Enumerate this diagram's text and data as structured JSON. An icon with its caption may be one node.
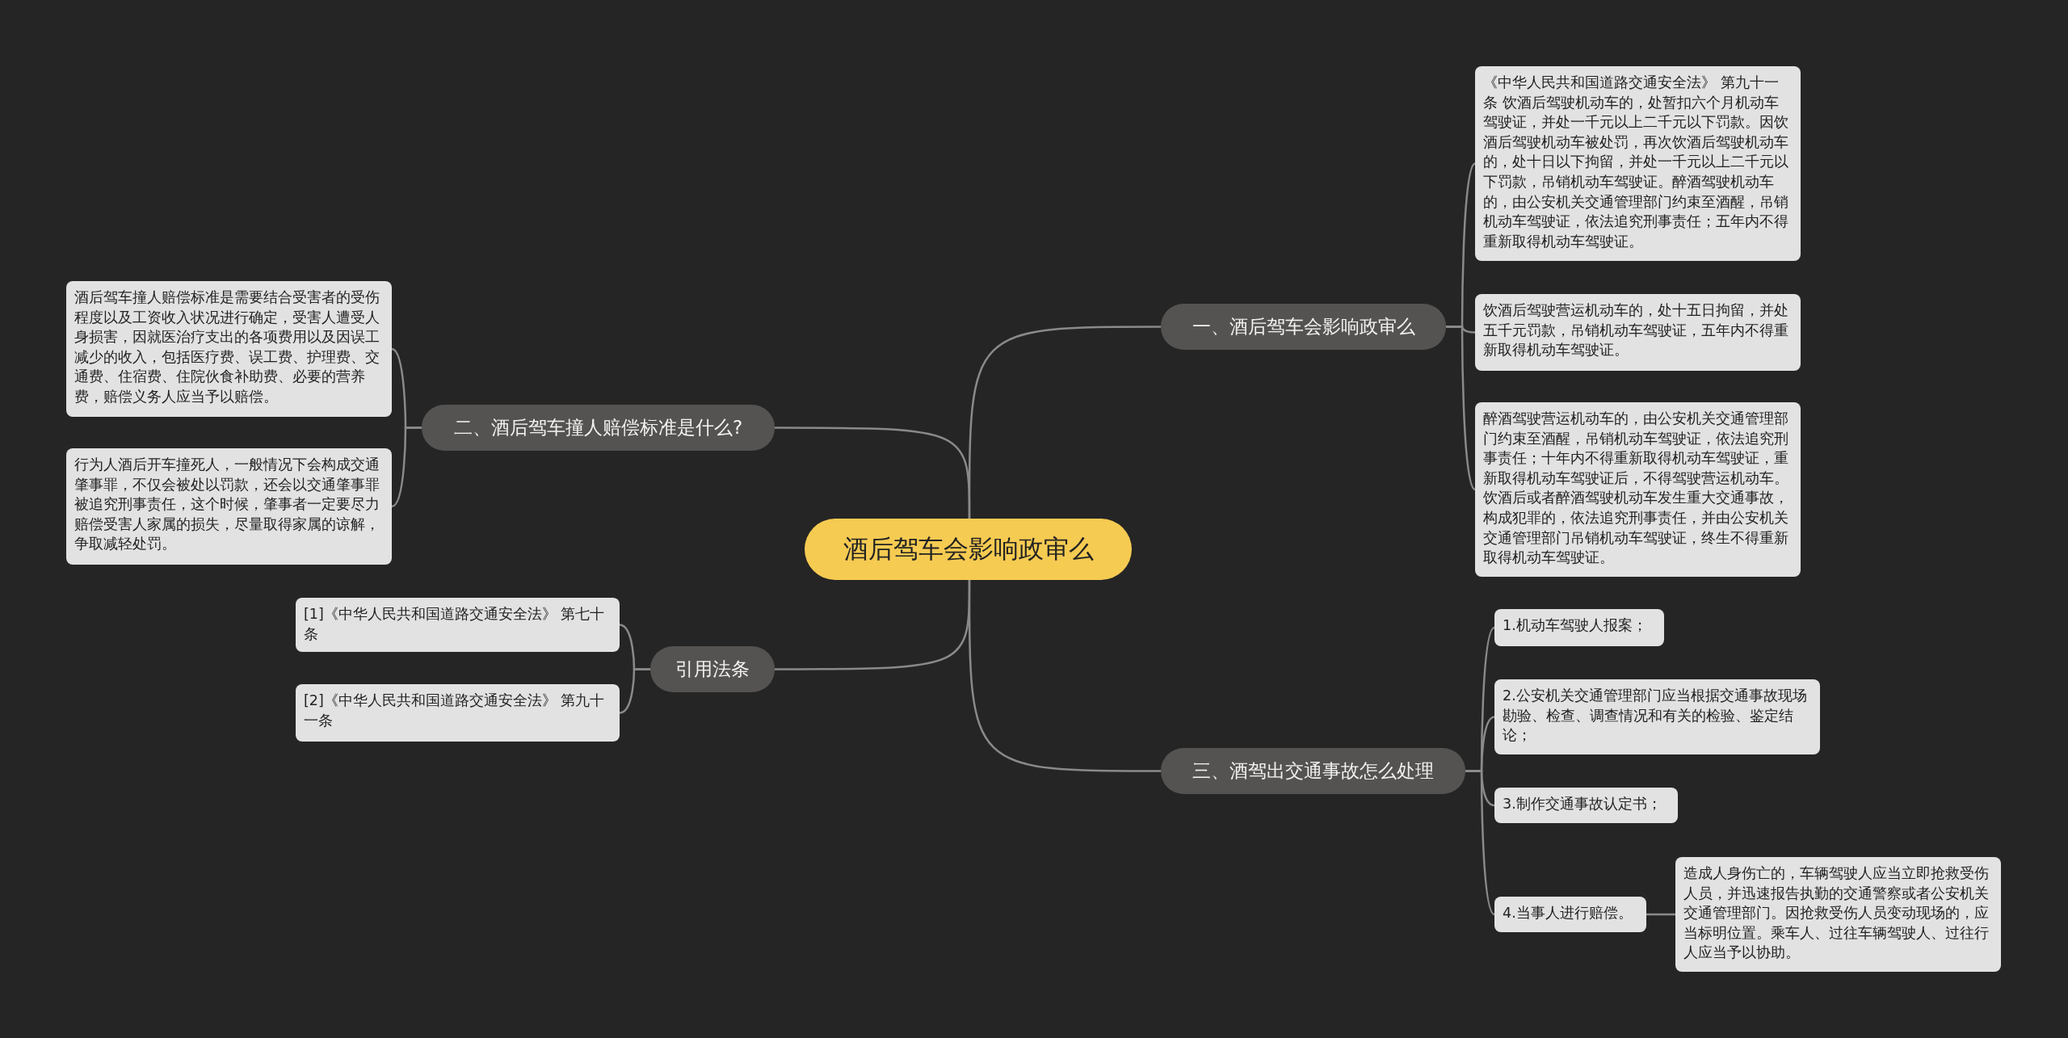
{
  "diagram": {
    "nodes": [
      {
        "text": [
          "酒后驾车会影响政审么"
        ]
      },
      {
        "text": [
          "一、酒后驾车会影响政审么"
        ]
      },
      {
        "text": [
          "《中华人民共和国道路交通安全法》 第九十一条 饮酒后驾驶机动车的，处暂扣六个月机动车驾驶证，并处一千元以上二千元以下罚款。因饮酒后驾驶机动车被处罚，再次饮酒后驾驶机动车的，处十日以下拘留，并处一千元以上二千元以下罚款，吊销机动车驾驶证。醉酒驾驶机动车的，由公安机关交通管理部门约束至酒醒，吊销机动车驾驶证，依法追究刑事责任；五年内不得重新取得机动车驾驶证。"
        ]
      },
      {
        "text": [
          "饮酒后驾驶营运机动车的，处十五日拘留，并处五千元罚款，吊销机动车驾驶证，五年内不得重新取得机动车驾驶证。"
        ]
      },
      {
        "text": [
          "醉酒驾驶营运机动车的，由公安机关交通管理部门约束至酒醒，吊销机动车驾驶证，依法追究刑事责任；十年内不得重新取得机动车驾驶证，重新取得机动车驾驶证后，不得驾驶营运机动车。饮酒后或者醉酒驾驶机动车发生重大交通事故，构成犯罪的，依法追究刑事责任，并由公安机关交通管理部门吊销机动车驾驶证，终生不得重新取得机动车驾驶证。"
        ]
      },
      {
        "text": [
          "二、酒后驾车撞人赔偿标准是什么?"
        ]
      },
      {
        "text": [
          "酒后驾车撞人赔偿标准是需要结合受害者的受伤程度以及工资收入状况进行确定，受害人遭受人身损害，因就医治疗支出的各项费用以及因误工减少的收入，包括医疗费、误工费、护理费、交通费、住宿费、住院伙食补助费、必要的营养费，赔偿义务人应当予以赔偿。"
        ]
      },
      {
        "text": [
          "行为人酒后开车撞死人，一般情况下会构成交通肇事罪，不仅会被处以罚款，还会以交通肇事罪被追究刑事责任，这个时候，肇事者一定要尽力赔偿受害人家属的损失，尽量取得家属的谅解，争取减轻处罚。"
        ]
      },
      {
        "text": [
          "引用法条"
        ]
      },
      {
        "text": [
          "[1]《中华人民共和国道路交通安全法》 第七十条"
        ]
      },
      {
        "text": [
          "[2]《中华人民共和国道路交通安全法》 第九十一条"
        ]
      },
      {
        "text": [
          "三、酒驾出交通事故怎么处理"
        ]
      },
      {
        "text": [
          "1.机动车驾驶人报案；"
        ]
      },
      {
        "text": [
          "2.公安机关交通管理部门应当根据交通事故现场勘验、检查、调查情况和有关的检验、鉴定结论；"
        ]
      },
      {
        "text": [
          "3.制作交通事故认定书；"
        ]
      },
      {
        "text": [
          "4.当事人进行赔偿。"
        ]
      },
      {
        "text": [
          "造成人身伤亡的，车辆驾驶人应当立即抢救受伤人员，并迅速报告执勤的交通警察或者公安机关交通管理部门。因抢救受伤人员变动现场的，应当标明位置。乘车人、过往车辆驾驶人、过往行人应当予以协助。"
        ]
      }
    ],
    "edges": [
      {
        "from": 0,
        "to": 1,
        "arrow": "none"
      },
      {
        "from": 1,
        "to": 2,
        "arrow": "none"
      },
      {
        "from": 1,
        "to": 3,
        "arrow": "none"
      },
      {
        "from": 1,
        "to": 4,
        "arrow": "none"
      },
      {
        "from": 0,
        "to": 5,
        "arrow": "none"
      },
      {
        "from": 5,
        "to": 6,
        "arrow": "none"
      },
      {
        "from": 5,
        "to": 7,
        "arrow": "none"
      },
      {
        "from": 0,
        "to": 8,
        "arrow": "none"
      },
      {
        "from": 8,
        "to": 9,
        "arrow": "none"
      },
      {
        "from": 8,
        "to": 10,
        "arrow": "none"
      },
      {
        "from": 0,
        "to": 11,
        "arrow": "none"
      },
      {
        "from": 11,
        "to": 12,
        "arrow": "none"
      },
      {
        "from": 11,
        "to": 13,
        "arrow": "none"
      },
      {
        "from": 11,
        "to": 14,
        "arrow": "none"
      },
      {
        "from": 11,
        "to": 15,
        "arrow": "none"
      },
      {
        "from": 15,
        "to": 16,
        "arrow": "none"
      }
    ]
  }
}
